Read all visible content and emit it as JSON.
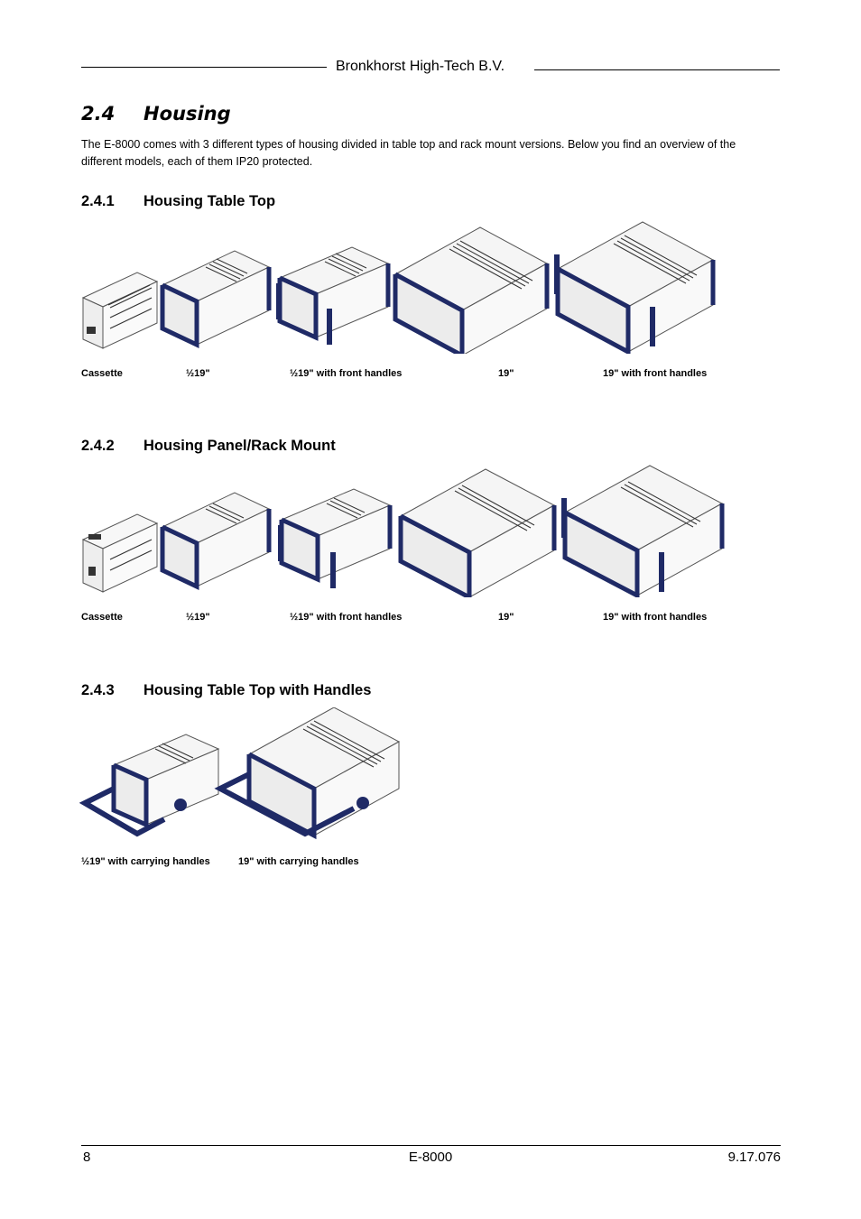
{
  "header": {
    "company": "Bronkhorst High-Tech B.V."
  },
  "section": {
    "number": "2.4",
    "title": "Housing",
    "intro": "The E-8000 comes with 3 different types of housing divided in table top and rack mount versions. Below you find an overview of the different models, each of them IP20 protected."
  },
  "subsections": [
    {
      "number": "2.4.1",
      "title": "Housing Table Top",
      "captions": [
        "Cassette",
        "½19\"",
        "½19\" with front handles",
        "19\"",
        "19\" with front handles"
      ]
    },
    {
      "number": "2.4.2",
      "title": "Housing Panel/Rack Mount",
      "captions": [
        "Cassette",
        "½19\"",
        "½19\" with front handles",
        "19\"",
        "19\" with front handles"
      ]
    },
    {
      "number": "2.4.3",
      "title": "Housing Table Top with Handles",
      "captions": [
        "½19\" with carrying handles",
        "19\" with carrying handles"
      ]
    }
  ],
  "footer": {
    "page": "8",
    "doc": "E-8000",
    "ref": "9.17.076"
  },
  "colors": {
    "frame": "#1f2a66",
    "body": "#f4f4f4",
    "outline": "#555555"
  }
}
